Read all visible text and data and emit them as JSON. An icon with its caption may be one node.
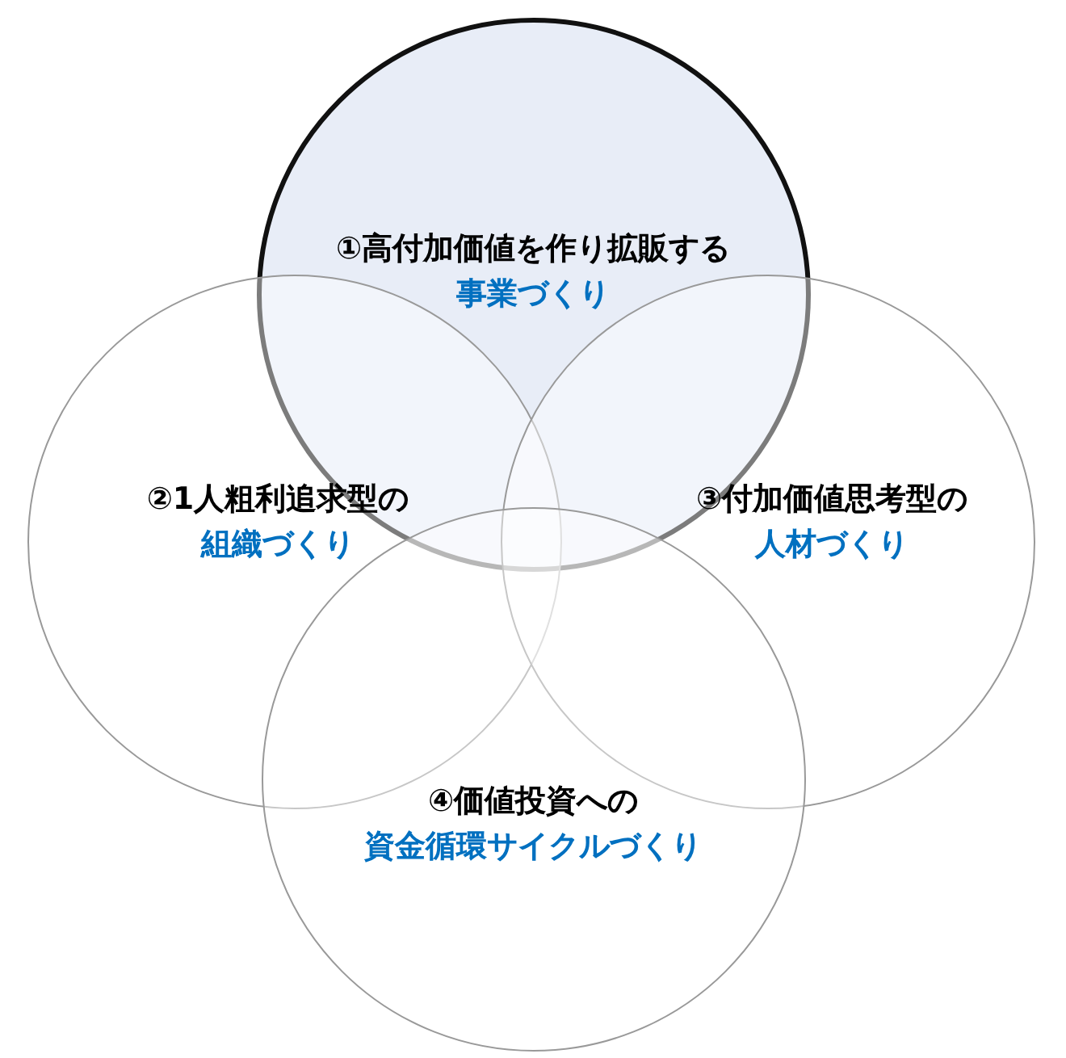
{
  "diagram": {
    "nodes": [
      {
        "text": [
          "①高付加価値を作り拡販する",
          "事業づくり"
        ]
      },
      {
        "text": [
          "②1人粗利追求型の",
          "組織づくり"
        ]
      },
      {
        "text": [
          "③付加価値思考型の",
          "人材づくり"
        ]
      },
      {
        "text": [
          "④価値投資への",
          "資金循環サイクルづくり"
        ]
      }
    ],
    "edges": []
  }
}
